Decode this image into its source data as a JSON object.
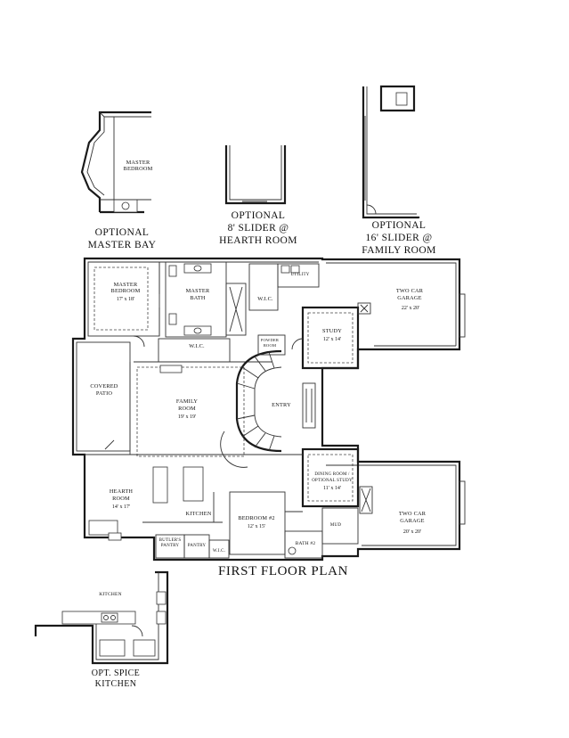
{
  "options": {
    "master_bay": {
      "room": "MASTER\nBEDROOM",
      "caption": [
        "OPTIONAL",
        "MASTER BAY"
      ]
    },
    "slider_hearth": {
      "caption": [
        "OPTIONAL",
        "8' SLIDER @",
        "HEARTH ROOM"
      ]
    },
    "slider_family": {
      "caption": [
        "OPTIONAL",
        "16' SLIDER @",
        "FAMILY ROOM"
      ]
    }
  },
  "rooms": {
    "master_bedroom": {
      "name": [
        "MASTER",
        "BEDROOM"
      ],
      "dim": "17' x 18'"
    },
    "master_bath": {
      "name": [
        "MASTER",
        "BATH"
      ]
    },
    "wic_top": {
      "name": [
        "W.I.C."
      ]
    },
    "utility": {
      "name": [
        "UTILITY"
      ]
    },
    "garage_top": {
      "name": [
        "TWO CAR",
        "GARAGE"
      ],
      "dim": "22' x 20'"
    },
    "study": {
      "name": [
        "STUDY"
      ],
      "dim": "12' x 14'"
    },
    "powder": {
      "name": [
        "POWDER",
        "ROOM"
      ]
    },
    "wic_mid": {
      "name": [
        "W.I.C."
      ]
    },
    "covered_patio": {
      "name": [
        "COVERED",
        "PATIO"
      ]
    },
    "family_room": {
      "name": [
        "FAMILY",
        "ROOM"
      ],
      "dim": "19' x 19'"
    },
    "entry": {
      "name": [
        "ENTRY"
      ]
    },
    "dining": {
      "name": [
        "DINING ROOM /",
        "OPTIONAL STUDY"
      ],
      "dim": "11' x 14'"
    },
    "garage_bottom": {
      "name": [
        "TWO CAR",
        "GARAGE"
      ],
      "dim": "20' x 20'"
    },
    "hearth_room": {
      "name": [
        "HEARTH",
        "ROOM"
      ],
      "dim": "14' x 17'"
    },
    "kitchen": {
      "name": [
        "KITCHEN"
      ]
    },
    "bedroom2": {
      "name": [
        "BEDROOM #2"
      ],
      "dim": "12' x 15'"
    },
    "bath2": {
      "name": [
        "BATH #2"
      ]
    },
    "mud": {
      "name": [
        "MUD"
      ]
    },
    "butlers_pantry": {
      "name": [
        "BUTLER'S",
        "PANTRY"
      ]
    },
    "pantry": {
      "name": [
        "PANTRY"
      ]
    },
    "wic_bottom": {
      "name": [
        "W.I.C."
      ]
    }
  },
  "plan_title": "FIRST FLOOR PLAN",
  "spice": {
    "room": "KITCHEN",
    "caption": [
      "OPT. SPICE",
      "KITCHEN"
    ]
  }
}
